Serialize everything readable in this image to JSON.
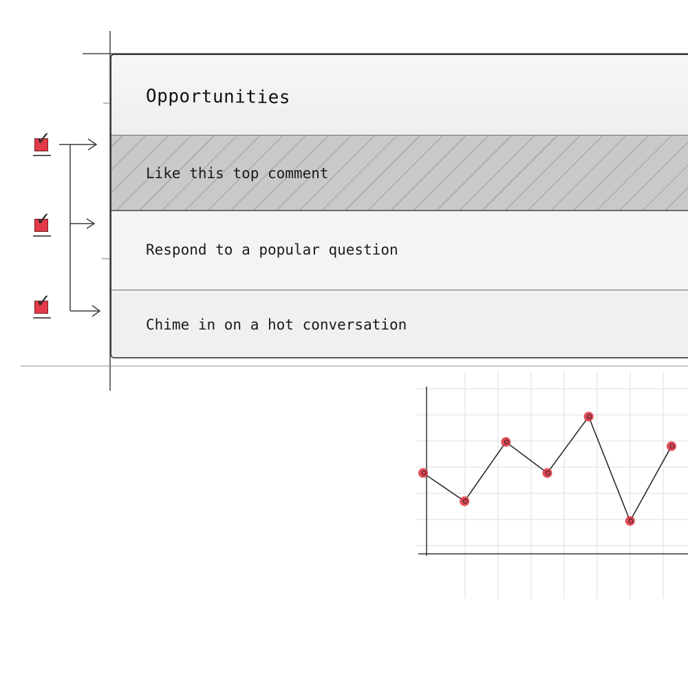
{
  "panel": {
    "title": "Opportunities",
    "items": [
      {
        "label": "Like this top comment",
        "checked": true,
        "highlighted": true
      },
      {
        "label": "Respond to a popular question",
        "checked": true,
        "highlighted": false
      },
      {
        "label": "Chime in on a hot conversation",
        "checked": true,
        "highlighted": false
      }
    ]
  },
  "colors": {
    "checkbox": "#e23a48",
    "ink": "#1a1a1a",
    "highlight_row": "#c9c9c9",
    "chart_marker": "#e23a48"
  },
  "icons": [
    "checkbox-checked-icon",
    "arrow-right-icon"
  ],
  "chart_data": {
    "type": "line",
    "x": [
      0,
      1,
      2,
      3,
      4,
      5,
      6
    ],
    "series": [
      {
        "values": [
          5.0,
          3.0,
          7.2,
          5.0,
          9.0,
          1.6,
          6.9
        ]
      }
    ],
    "grid": true,
    "ylim": [
      0,
      10
    ],
    "xlim": [
      0,
      6.4
    ]
  }
}
